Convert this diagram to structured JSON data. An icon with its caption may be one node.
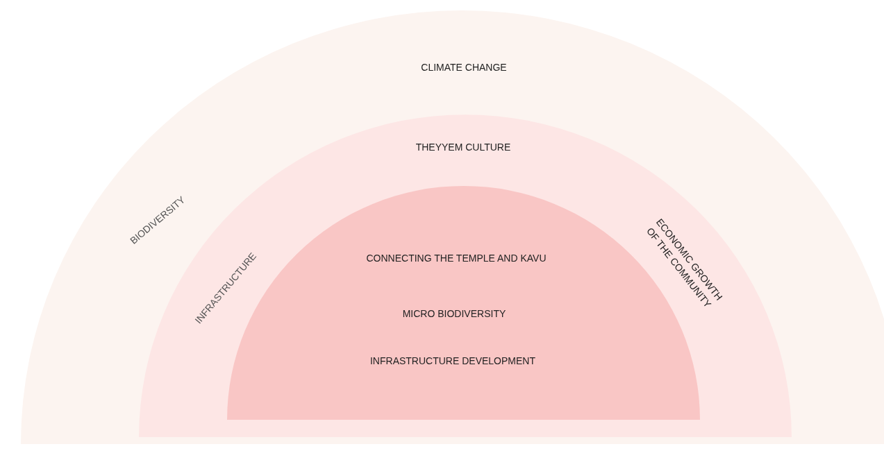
{
  "diagram": {
    "nodes": [
      {
        "text": [
          "CLIMATE CHANGE",
          "BIODIVERSITY"
        ]
      },
      {
        "text": [
          "THEYYEM CULTURE",
          "INFRASTRUCTURE",
          "ECONOMIC GROWTH OF THE COMMUNITY"
        ],
        "in": 0
      },
      {
        "text": [
          "CONNECTING THE TEMPLE AND KAVU",
          "MICRO BIODIVERSITY",
          "INFRASTRUCTURE DEVELOPMENT"
        ],
        "in": 1
      }
    ]
  }
}
